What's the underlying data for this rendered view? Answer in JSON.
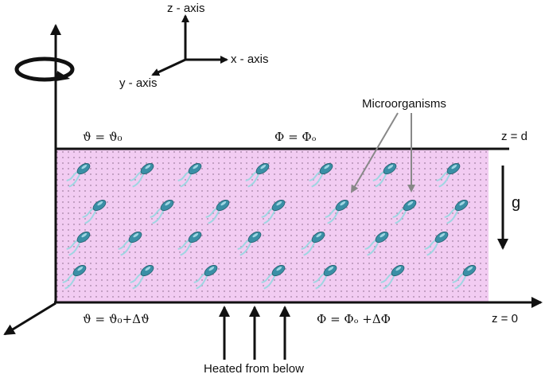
{
  "axes": {
    "z_label": "z - axis",
    "x_label": "x - axis",
    "y_label": "y - axis"
  },
  "top_boundary": {
    "temperature": "ϑ = ϑ₀",
    "concentration": "Φ = Φₒ",
    "position": "z = d"
  },
  "bottom_boundary": {
    "temperature": "ϑ = ϑ₀+Δϑ",
    "concentration": "Φ = Φₒ +ΔΦ",
    "position": "z = 0"
  },
  "gravity_label": "g",
  "microorganisms_label": "Microorganisms",
  "heating_label": "Heated from below",
  "colors": {
    "layer_fill": "#f2ccf2",
    "organism_body": "#3a8fa6",
    "organism_light": "#9fd6e2",
    "stroke": "#111111"
  }
}
